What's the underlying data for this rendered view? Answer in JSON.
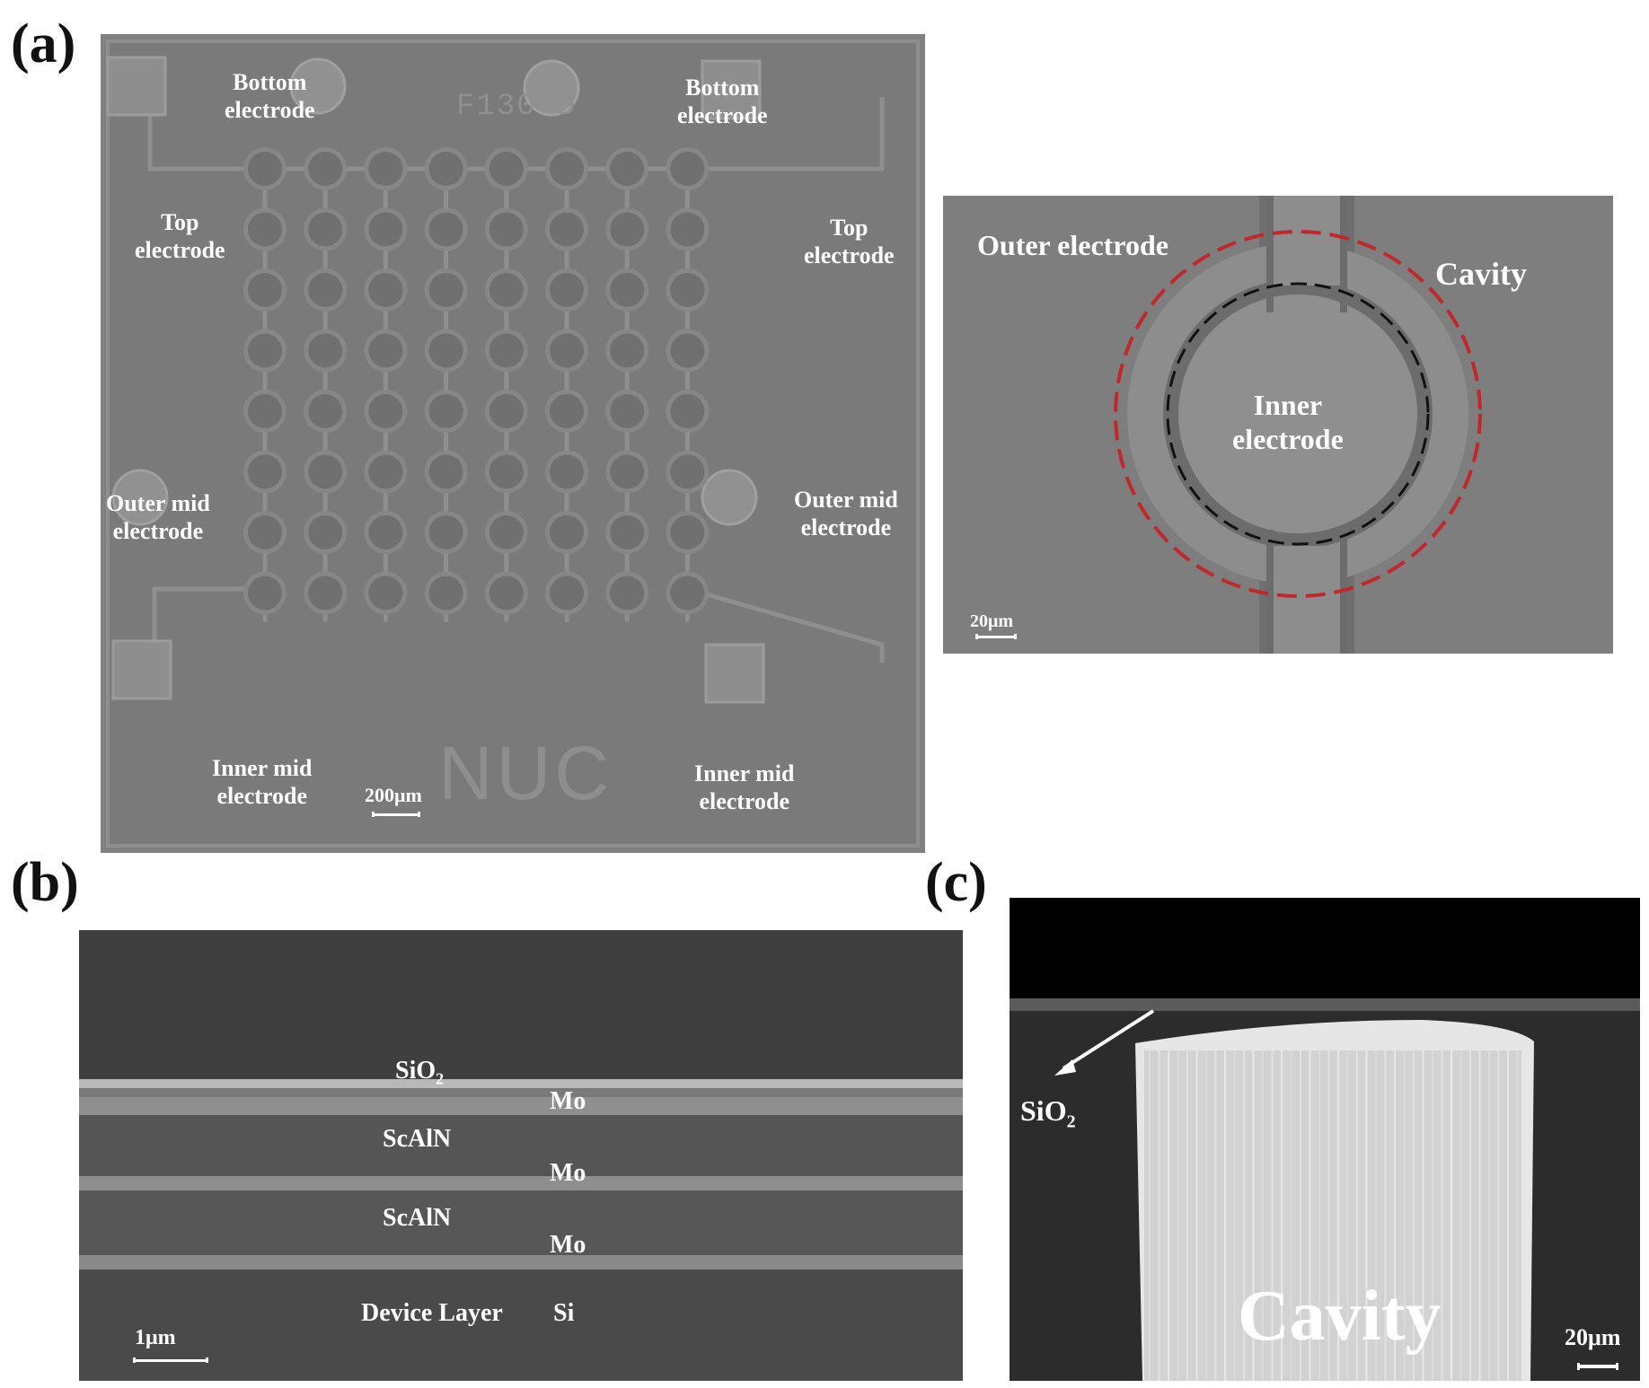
{
  "panel_a": {
    "letter": "(a)",
    "chip_code": "F130-D",
    "logo_text": "NUC",
    "bottom_electrode_left": [
      "Bottom",
      "electrode"
    ],
    "bottom_electrode_right": [
      "Bottom",
      "electrode"
    ],
    "top_electrode_left": [
      "Top",
      "electrode"
    ],
    "top_electrode_right": [
      "Top",
      "electrode"
    ],
    "outer_mid_left": [
      "Outer mid",
      "electrode"
    ],
    "outer_mid_right": [
      "Outer mid",
      "electrode"
    ],
    "inner_mid_left": [
      "Inner mid",
      "electrode"
    ],
    "inner_mid_right": [
      "Inner mid",
      "electrode"
    ],
    "scale_bar": "200μm",
    "array": {
      "columns": 8,
      "rows": 8
    }
  },
  "panel_a_inset": {
    "outer_electrode": "Outer electrode",
    "cavity": "Cavity",
    "inner_electrode": [
      "Inner",
      "electrode"
    ],
    "scale_bar": "20μm",
    "colors": {
      "cavity_outline": "#c0282b",
      "inner_outline": "#111111"
    }
  },
  "panel_b": {
    "letter": "(b)",
    "layers": {
      "sio2": "SiO",
      "sio2_sub": "2",
      "mo_1": "Mo",
      "scaln_1": "ScAlN",
      "mo_2": "Mo",
      "scaln_2": "ScAlN",
      "mo_3": "Mo",
      "device_layer": "Device Layer",
      "si": "Si"
    },
    "scale_bar": "1μm"
  },
  "panel_c": {
    "letter": "(c)",
    "sio2": "SiO",
    "sio2_sub": "2",
    "cavity": "Cavity",
    "scale_bar": "20μm"
  }
}
